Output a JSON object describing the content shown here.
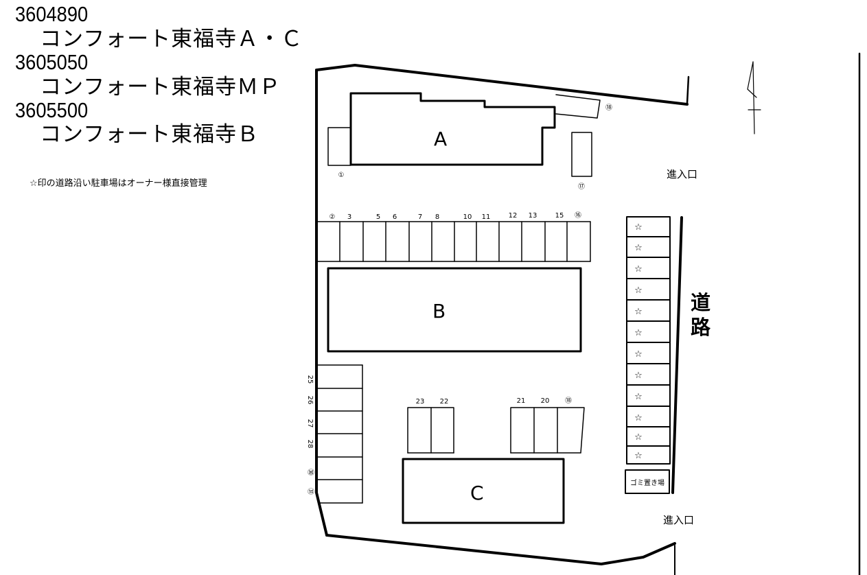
{
  "header": {
    "properties": [
      {
        "code": "3604890",
        "name": "コンフォート東福寺Ａ・Ｃ"
      },
      {
        "code": "3605050",
        "name": "コンフォート東福寺ＭＰ"
      },
      {
        "code": "3605500",
        "name": "コンフォート東福寺Ｂ"
      }
    ],
    "note": "☆印の道路沿い駐車場はオーナー様直接管理"
  },
  "map": {
    "buildings": {
      "a": "A",
      "b": "B",
      "c": "C"
    },
    "space_labels": {
      "s1": "①",
      "s2": "②",
      "s3": "3",
      "s5": "5",
      "s6": "6",
      "s7": "7",
      "s8": "8",
      "s10": "10",
      "s11": "11",
      "s12": "12",
      "s13": "13",
      "s15": "15",
      "s16": "⑯",
      "s17": "⑰",
      "s18_top": "⑱",
      "s25": "25",
      "s26": "26",
      "s27": "27",
      "s28": "28",
      "s29": "㉚",
      "s30": "㉛",
      "s23": "23",
      "s22": "22",
      "s21": "21",
      "s20": "20",
      "s18_c": "⑱"
    },
    "star_symbol": "☆",
    "star_count": 12,
    "garbage_label": "ゴミ置き場",
    "entrance_top": "進入口",
    "entrance_bottom": "進入口",
    "road_label_1": "道",
    "road_label_2": "路"
  }
}
